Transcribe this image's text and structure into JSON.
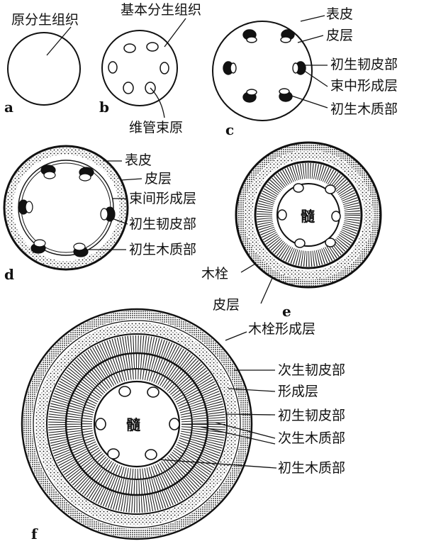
{
  "panels": {
    "a": "a",
    "b": "b",
    "c": "c",
    "d": "d",
    "e": "e",
    "f": "f"
  },
  "labels": {
    "a_promeristem": "原分生组织",
    "b_ground_meristem": "基本分生组织",
    "b_procambium": "维管束原",
    "c_epidermis": "表皮",
    "c_cortex": "皮层",
    "c_primary_phloem": "初生韧皮部",
    "c_fascicular_cambium": "束中形成层",
    "c_primary_xylem": "初生木质部",
    "d_epidermis": "表皮",
    "d_cortex": "皮层",
    "d_interfascicular_cambium": "束间形成层",
    "d_primary_phloem": "初生韧皮部",
    "d_primary_xylem": "初生木质部",
    "e_cork": "木栓",
    "e_cortex": "皮层",
    "e_pith": "髓",
    "f_cork_cambium": "木栓形成层",
    "f_secondary_phloem": "次生韧皮部",
    "f_cambium": "形成层",
    "f_primary_phloem": "初生韧皮部",
    "f_secondary_xylem": "次生木质部",
    "f_primary_xylem": "初生木质部",
    "f_pith": "髓"
  },
  "colors": {
    "ink": "#111111",
    "paper": "#ffffff"
  }
}
